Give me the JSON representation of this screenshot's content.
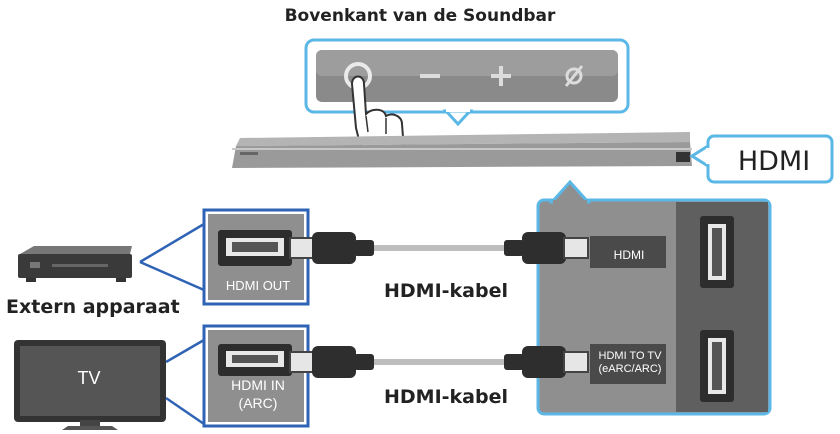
{
  "title": "Bovenkant van de Soundbar",
  "soundbar": {
    "buttons": [
      "power-icon",
      "minus-icon",
      "plus-icon",
      "mic-off-icon"
    ],
    "callout_label": "HDMI"
  },
  "external_device": {
    "label": "Extern apparaat"
  },
  "tv": {
    "label": "TV"
  },
  "ports": {
    "source_out": "HDMI OUT",
    "tv_in_line1": "HDMI IN",
    "tv_in_line2": "(ARC)",
    "soundbar_in": "HDMI",
    "soundbar_tv_line1": "HDMI TO TV",
    "soundbar_tv_line2": "(eARC/ARC)"
  },
  "cables": [
    "HDMI-kabel",
    "HDMI-kabel"
  ],
  "colors": {
    "callout_blue": "#5bb8e6",
    "port_blue": "#2f63b5",
    "panel_gray": "#8f8f8f",
    "port_dark": "#4a4a4a"
  }
}
